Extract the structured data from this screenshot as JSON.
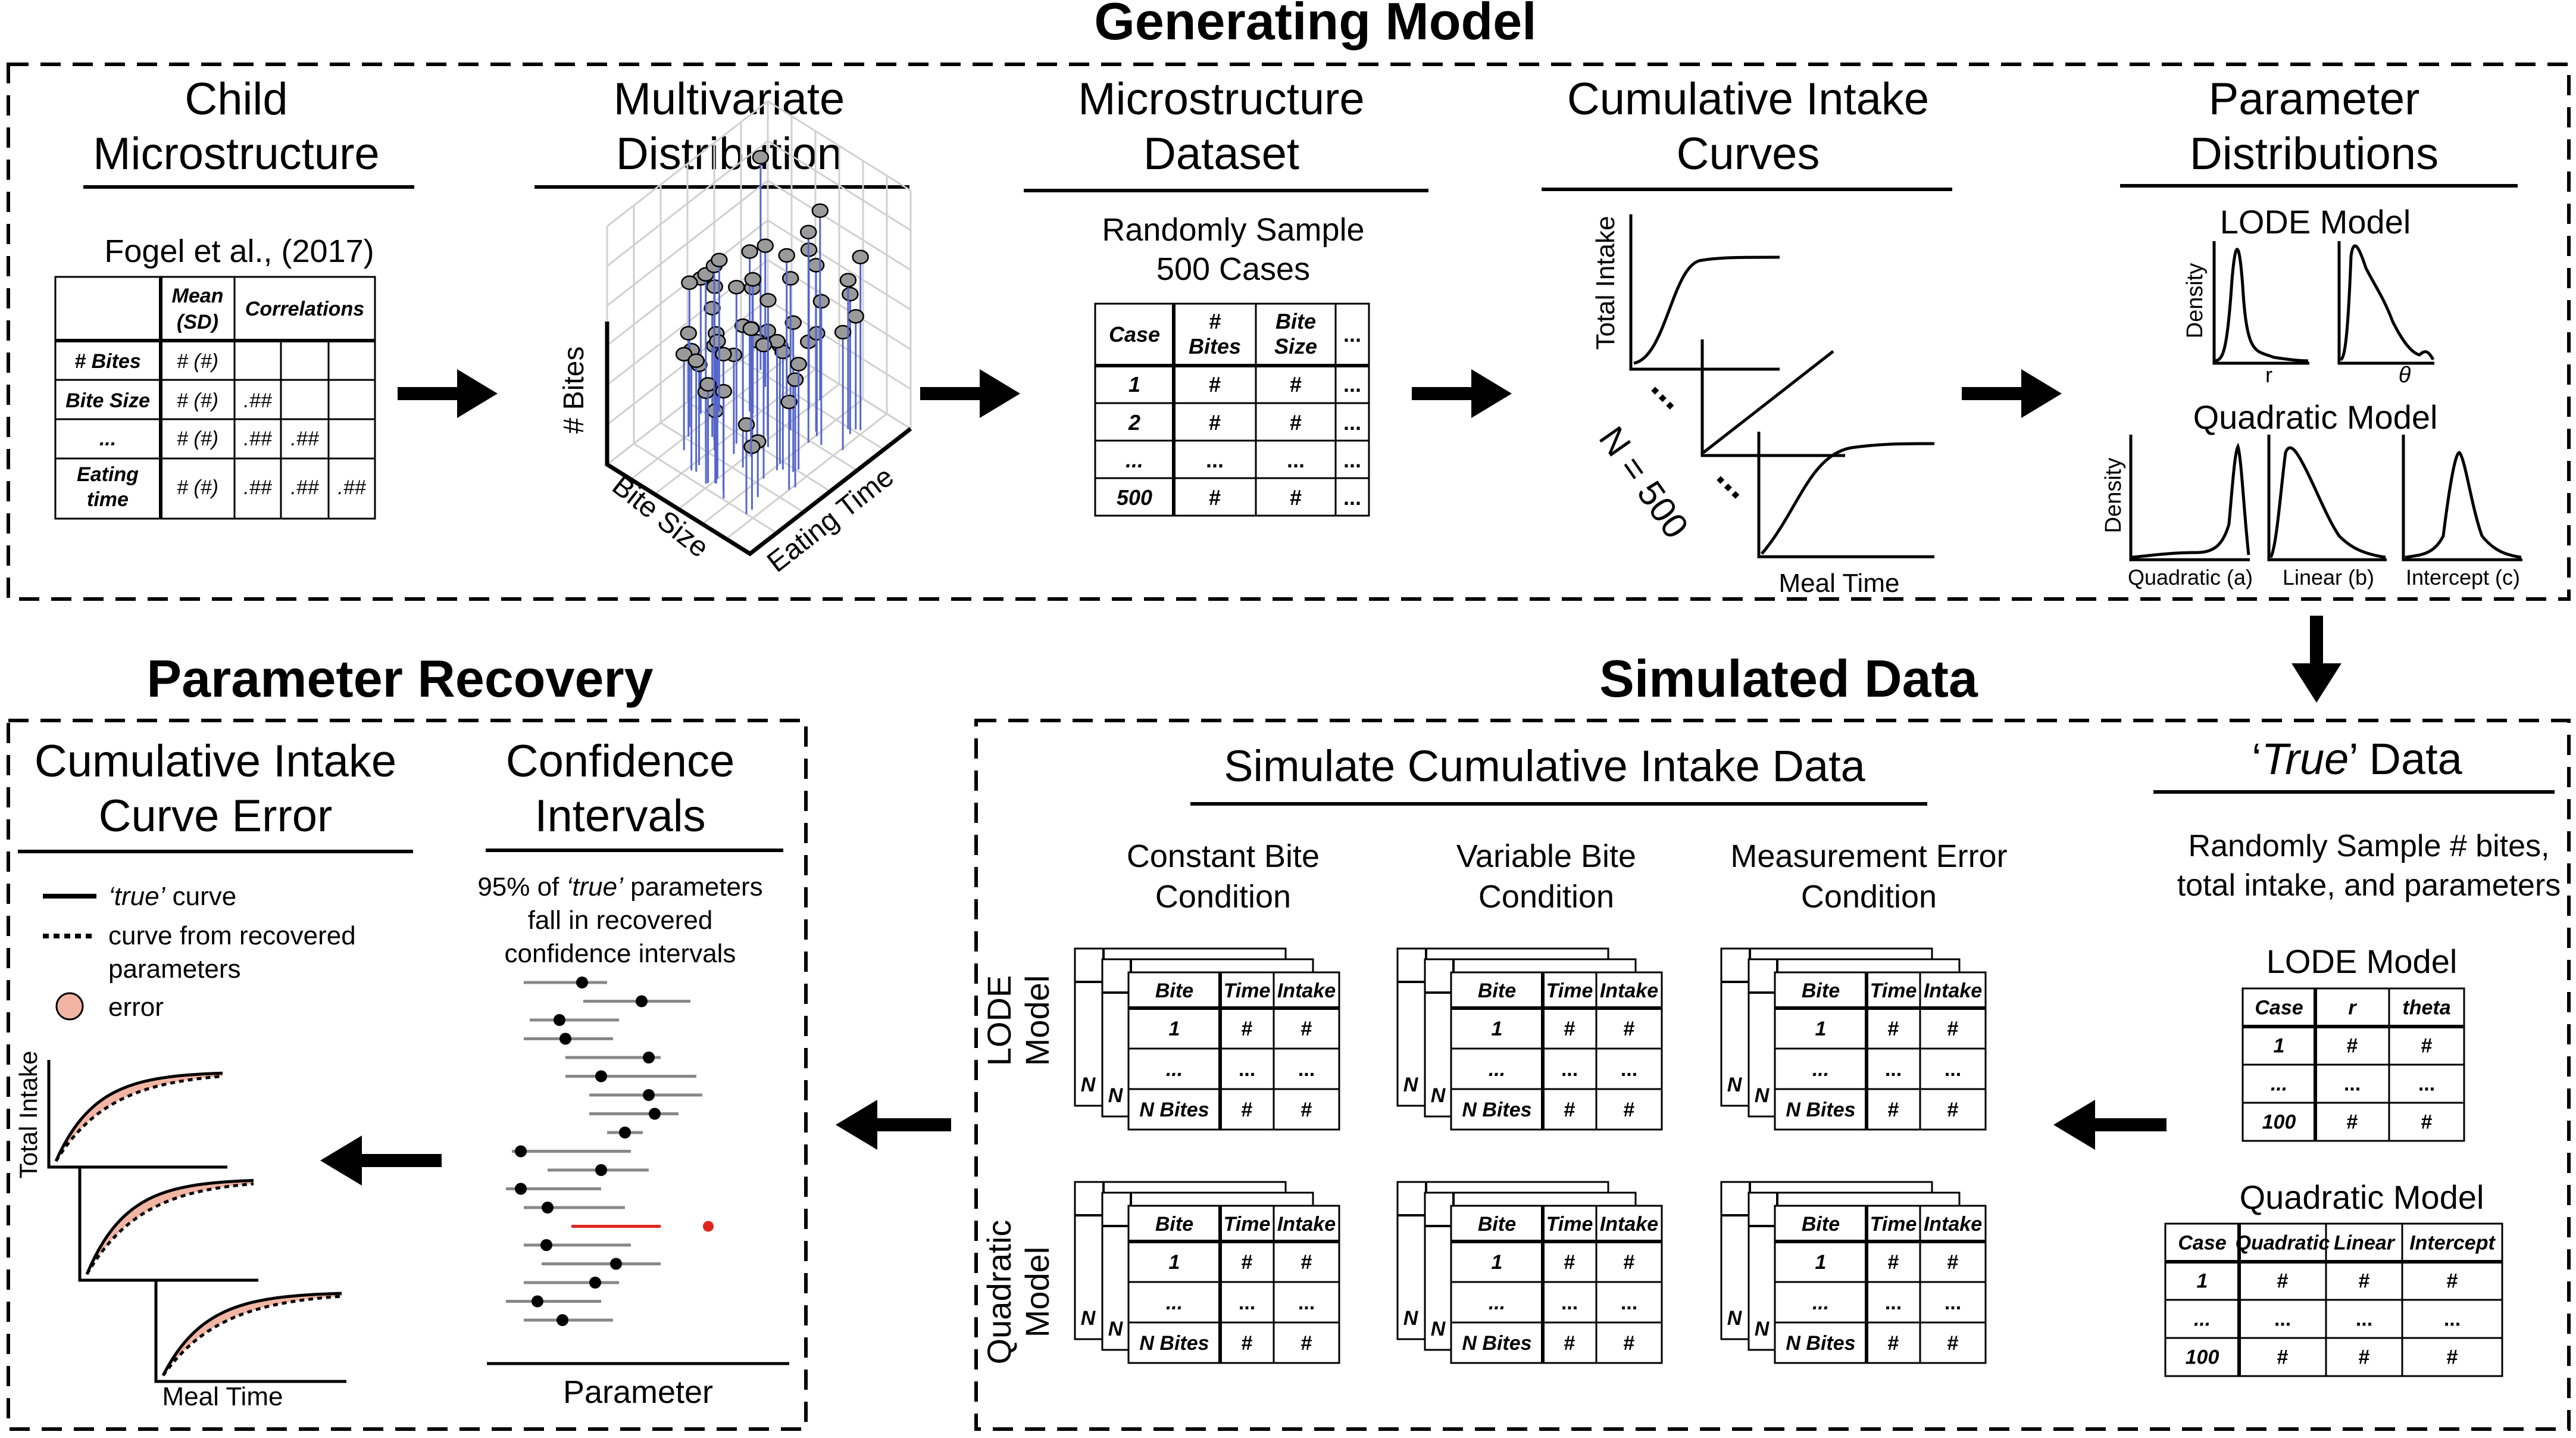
{
  "sections": {
    "generating_model": "Generating Model",
    "parameter_recovery": "Parameter Recovery",
    "simulated_data": "Simulated Data"
  },
  "child": {
    "title_line1": "Child",
    "title_line2": "Microstructure",
    "citation": "Fogel et al., (2017)",
    "table": {
      "head_mean_l1": "Mean",
      "head_mean_l2": "(SD)",
      "head_corr": "Correlations",
      "rows": [
        {
          "label": "# Bites",
          "mean": "# (#)",
          "corr": []
        },
        {
          "label": "Bite Size",
          "mean": "# (#)",
          "corr": [
            ".##"
          ]
        },
        {
          "label": "...",
          "mean": "# (#)",
          "corr": [
            ".##",
            ".##"
          ]
        },
        {
          "label_l1": "Eating",
          "label_l2": "time",
          "mean": "# (#)",
          "corr": [
            ".##",
            ".##",
            ".##"
          ]
        }
      ]
    }
  },
  "multivariate": {
    "title_line1": "Multivariate",
    "title_line2": "Distribution",
    "axis_bites": "# Bites",
    "axis_bite_size": "Bite Size",
    "axis_eating_time": "Eating Time"
  },
  "dataset": {
    "title_line1": "Microstructure",
    "title_line2": "Dataset",
    "subtitle_line1": "Randomly Sample",
    "subtitle_line2": "500 Cases",
    "table": {
      "head": [
        "Case",
        "#",
        "Bites",
        "Bite",
        "Size",
        "..."
      ],
      "rows": [
        [
          "1",
          "#",
          "#",
          "..."
        ],
        [
          "2",
          "#",
          "#",
          "..."
        ],
        [
          "...",
          "...",
          "...",
          "..."
        ],
        [
          "500",
          "#",
          "#",
          "..."
        ]
      ]
    }
  },
  "curves": {
    "title_line1": "Cumulative Intake",
    "title_line2": "Curves",
    "ylabel": "Total Intake",
    "xlabel": "Meal Time",
    "n_label": "N = 500",
    "ellipsis": "..."
  },
  "param_dist": {
    "title_line1": "Parameter",
    "title_line2": "Distributions",
    "lode_title": "LODE Model",
    "density": "Density",
    "r_label": "r",
    "theta_label": "θ",
    "quad_title": "Quadratic Model",
    "quad_labels": [
      "Quadratic (a)",
      "Linear (b)",
      "Intercept (c)"
    ]
  },
  "true_data": {
    "title_quote_open": "‘",
    "title_italic": "True",
    "title_quote_close": "’",
    "title_rest": " Data",
    "desc_line1": "Randomly Sample # bites,",
    "desc_line2": "total intake, and parameters",
    "lode_title": "LODE Model",
    "lode_head": [
      "Case",
      "r",
      "theta"
    ],
    "lode_rows": [
      [
        "1",
        "#",
        "#"
      ],
      [
        "...",
        "...",
        "..."
      ],
      [
        "100",
        "#",
        "#"
      ]
    ],
    "quad_title": "Quadratic Model",
    "quad_head": [
      "Case",
      "Quadratic",
      "Linear",
      "Intercept"
    ],
    "quad_rows": [
      [
        "1",
        "#",
        "#",
        "#"
      ],
      [
        "...",
        "...",
        "...",
        "..."
      ],
      [
        "100",
        "#",
        "#",
        "#"
      ]
    ]
  },
  "simulate": {
    "title": "Simulate Cumulative Intake Data",
    "conditions": [
      {
        "l1": "Constant Bite",
        "l2": "Condition"
      },
      {
        "l1": "Variable Bite",
        "l2": "Condition"
      },
      {
        "l1": "Measurement Error",
        "l2": "Condition"
      }
    ],
    "row_lode_l1": "LODE",
    "row_lode_l2": "Model",
    "row_quad_l1": "Quadratic",
    "row_quad_l2": "Model",
    "card": {
      "head": [
        "Bite",
        "Time",
        "Intake"
      ],
      "rows": [
        [
          "1",
          "#",
          "#"
        ],
        [
          "...",
          "...",
          "..."
        ],
        [
          "N Bites",
          "#",
          "#"
        ]
      ],
      "back_n": "N"
    }
  },
  "ci": {
    "title_line1": "Confidence",
    "title_line2": "Intervals",
    "desc_l1_a": "95% of ",
    "desc_l1_b": "‘true’",
    "desc_l1_c": " parameters",
    "desc_l2": "fall in recovered",
    "desc_l3": "confidence intervals",
    "xlabel": "Parameter",
    "highlight_color": "#e0261c"
  },
  "error": {
    "title_line1": "Cumulative Intake",
    "title_line2": "Curve Error",
    "legend_true_a": "‘true’",
    "legend_true_b": " curve",
    "legend_recovered_l1": "curve from recovered",
    "legend_recovered_l2": "parameters",
    "legend_error": "error",
    "error_color": "#f2b5a4",
    "ylabel": "Total Intake",
    "xlabel": "Meal Time"
  }
}
